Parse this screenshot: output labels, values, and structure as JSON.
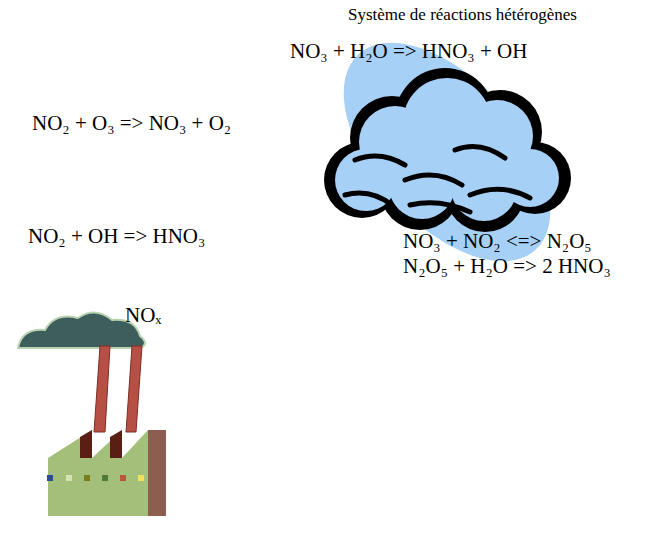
{
  "diagram": {
    "title": "Système de réactions hétérogènes",
    "labels": [
      "NO₃ + H₂O =>  HNO₃ + OH",
      "NO₂ + O₃ => NO₃ + O₂",
      "NO₂ + OH => HNO₃",
      "NOₓ",
      "NO₃ + NO₂ <=> N₂O₅",
      "N₂O₅ + H₂O => 2 HNO₃"
    ]
  }
}
